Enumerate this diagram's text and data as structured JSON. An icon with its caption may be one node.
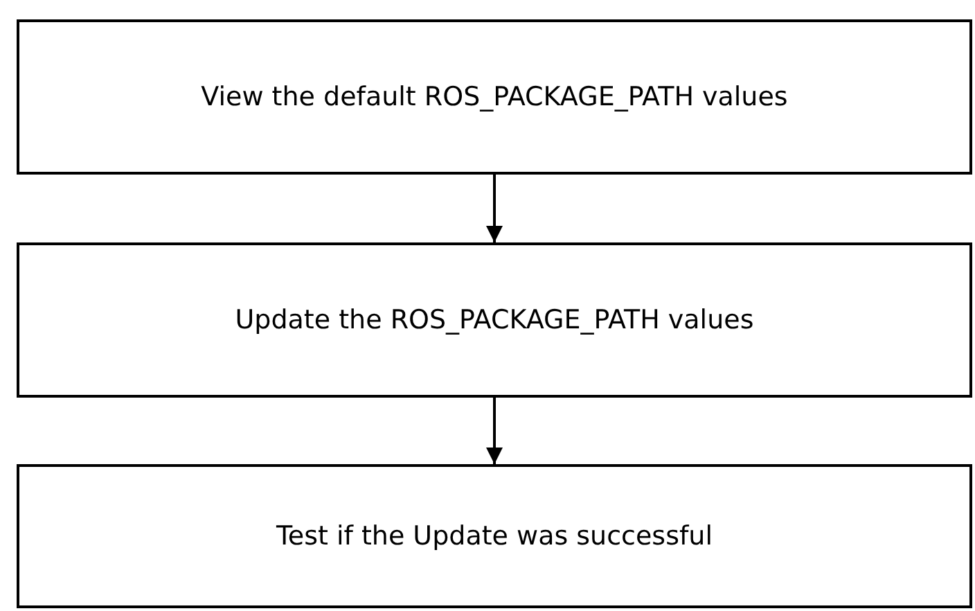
{
  "diagram": {
    "nodes": [
      {
        "text": [
          "View the default ROS_PACKAGE_PATH values"
        ]
      },
      {
        "text": [
          "Update the ROS_PACKAGE_PATH values"
        ]
      },
      {
        "text": [
          "Test if the Update was successful"
        ]
      }
    ],
    "edges": [
      {
        "from": 0,
        "to": 1,
        "arrow": "to"
      },
      {
        "from": 1,
        "to": 2,
        "arrow": "to"
      }
    ]
  }
}
